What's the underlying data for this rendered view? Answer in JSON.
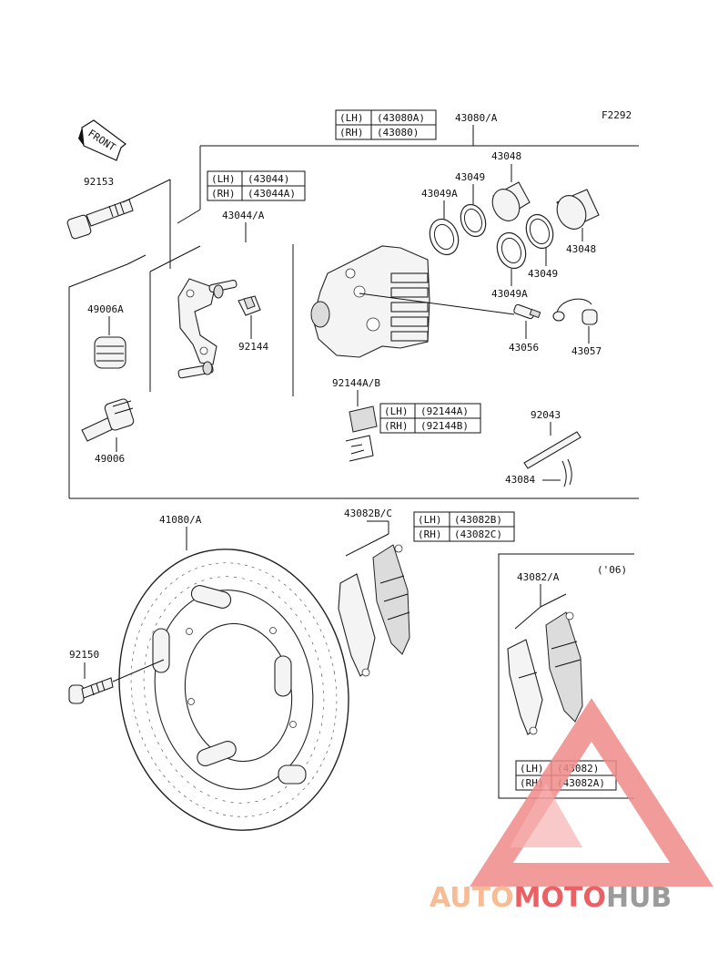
{
  "figure_code": "F2292",
  "front_arrow_text": "FRONT",
  "tables": {
    "caliper_assy": {
      "rows": [
        [
          "(LH)",
          "(43080A)"
        ],
        [
          "(RH)",
          "(43080)"
        ]
      ]
    },
    "bracket": {
      "rows": [
        [
          "(LH)",
          "(43044)"
        ],
        [
          "(RH)",
          "(43044A)"
        ]
      ]
    },
    "spring": {
      "rows": [
        [
          "(LH)",
          "(92144A)"
        ],
        [
          "(RH)",
          "(92144B)"
        ]
      ]
    },
    "pads_bc": {
      "rows": [
        [
          "(LH)",
          "(43082B)"
        ],
        [
          "(RH)",
          "(43082C)"
        ]
      ]
    },
    "pads_a": {
      "rows": [
        [
          "(LH)",
          "(43082)"
        ],
        [
          "(RH)",
          "(43082A)"
        ]
      ]
    }
  },
  "labels": {
    "p43080": "43080/A",
    "p43048_top": "43048",
    "p43049_top": "43049",
    "p43049a_top": "43049A",
    "p43048_right": "43048",
    "p43049_bottom": "43049",
    "p43049a_bottom": "43049A",
    "p92153": "92153",
    "p43044": "43044/A",
    "p49006a": "49006A",
    "p92144": "92144",
    "p43056": "43056",
    "p43057": "43057",
    "p92144ab": "92144A/B",
    "p92043": "92043",
    "p43084": "43084",
    "p49006": "49006",
    "p41080": "41080/A",
    "p43082bc": "43082B/C",
    "p43082a": "43082/A",
    "p92150": "92150",
    "year_note": "('06)"
  },
  "watermark": {
    "part1": "AUTO",
    "part2": "MOTO",
    "part3": "HUB",
    "color1": "#f5b183",
    "color2": "#e8454a",
    "color3": "#8a8a8a"
  }
}
